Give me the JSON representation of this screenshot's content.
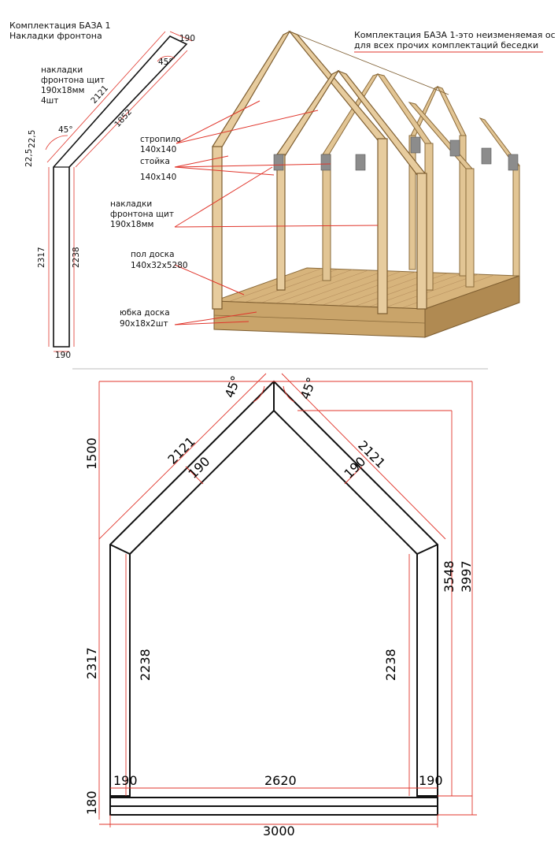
{
  "header": {
    "title_line1": "Комплектация БАЗА 1",
    "title_line2": "Накладки фронтона"
  },
  "note": {
    "line1": "Комплектация БАЗА 1-это неизменяемая ос",
    "line2": "для всех прочих комплектаций беседки"
  },
  "part_drawing": {
    "label_line1": "накладки",
    "label_line2": "фронтона щит",
    "label_line3": "190х18мм",
    "label_line4": "4шт",
    "dim_top_width": "190",
    "dim_angle_top": "45°",
    "dim_outer_rafter": "2121",
    "dim_inner_rafter": "1852",
    "dim_angle_joint": "45°",
    "dim_cut1": "22,5",
    "dim_cut2": "22,5",
    "dim_outer_post": "2317",
    "dim_inner_post": "2238",
    "dim_bottom_width": "190"
  },
  "model_labels": {
    "rafter_line1": "стропило",
    "rafter_line2": "140х140",
    "post_line1": "стойка",
    "post_line2": "140х140",
    "gable_line1": "накладки",
    "gable_line2": "фронтона щит",
    "gable_line3": "190х18мм",
    "floor_line1": "пол доска",
    "floor_line2": "140х32х5280",
    "skirt_line1": "юбка доска",
    "skirt_line2": "90х18х2шт"
  },
  "elevation": {
    "angle_left": "45°",
    "angle_right": "45°",
    "rafter_left": "2121",
    "rafter_right": "2121",
    "board_left": "190",
    "board_right": "190",
    "height_roof": "1500",
    "height_left_outer": "2317",
    "height_left_inner": "2238",
    "height_right_inner": "2238",
    "height_right_post": "3548",
    "height_total": "3997",
    "post_left_width": "190",
    "post_right_width": "190",
    "inner_span": "2620",
    "skirt_height": "180",
    "total_width": "3000"
  },
  "colors": {
    "dimension": "#e0352b",
    "outline": "#111111",
    "wood_light": "#e2c594",
    "wood_mid": "#c9a46a",
    "wood_dark": "#a8834d",
    "bracket": "#8c8c8c"
  }
}
